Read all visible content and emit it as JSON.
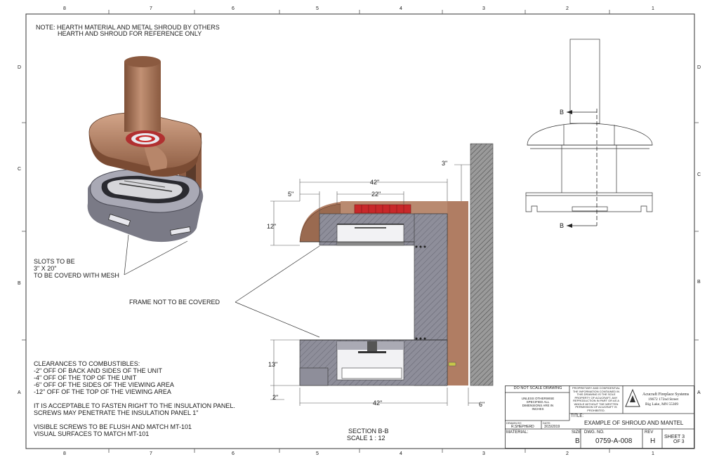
{
  "border": {
    "columns": [
      "8",
      "7",
      "6",
      "5",
      "4",
      "3",
      "2",
      "1"
    ],
    "rows": [
      "D",
      "C",
      "B",
      "A"
    ]
  },
  "notes": {
    "top_line1": "NOTE: HEARTH MATERIAL AND METAL SHROUD BY OTHERS",
    "top_line2": "HEARTH AND SHROUD FOR REFERENCE ONLY",
    "slots": [
      "SLOTS TO BE",
      "3\" X 20\"",
      "TO BE COVERD WITH MESH"
    ],
    "frame": "FRAME NOT TO BE COVERED",
    "clearances": [
      "CLEARANCES TO COMBUSTIBLES:",
      "-2\" OFF OF BACK AND SIDES OF THE UNIT",
      "-4\" OFF OF THE TOP OF THE UNIT",
      "-6\" OFF OF THE SIDES OF THE VIEWING AREA",
      "-12\" OFF OF THE TOP OF THE VIEWING AREA"
    ],
    "fasten": [
      "IT IS ACCEPTABLE TO FASTEN RIGHT TO THE INSULATION PANEL.",
      "SCREWS MAY PENETRATE THE INSULATION PANEL 1\""
    ],
    "visible": [
      "VISIBLE SCREWS TO BE FLUSH AND MATCH MT-101",
      "VISUAL SURFACES TO MATCH MT-101"
    ]
  },
  "section": {
    "title": "SECTION B-B",
    "scale": "SCALE 1 : 12",
    "marker": "B",
    "dims": {
      "top_width": "42\"",
      "firebox_width": "22\"",
      "left_offset": "5\"",
      "right_gap": "3\"",
      "upper_height": "12\"",
      "lower_height": "13\"",
      "bottom_gap": "2\"",
      "bottom_width": "42\"",
      "right_clearance": "6\""
    }
  },
  "title_block": {
    "do_not_scale": "DO NOT SCALE DRAWING",
    "unless": "UNLESS OTHERWISE SPECIFIED ALL DIMENSIONS ARE IN INCHES",
    "proprietary": "PROPRIETARY AND CONFIDENTIAL THE INFORMATION CONTAINED IN THIS DRAWING IS THE SOLE PROPERTY OF ACUCRAFT. ANY REPRODUCTION IN PART OR AS A WHOLE WITHOUT THE WRITTEN PERMISSION OF ACUCRAFT IS PROHIBITED.",
    "company_name": "Acucraft Fireplace Systems",
    "company_street": "19672 172nd Street",
    "company_city": "Big Lake, MN 55309",
    "drawn_by_label": "DRAWN BY:",
    "drawn_by": "R.SHEPHERD",
    "date_label": "DATE:",
    "date": "3/15/2019",
    "material_label": "MATERIAL:",
    "title_label": "TITLE:",
    "title": "EXAMPLE OF SHROUD AND MANTEL",
    "size_label": "SIZE",
    "size": "B",
    "dwg_label": "DWG. NO.",
    "dwg_no": "0759-A-008",
    "rev_label": "REV",
    "rev": "H",
    "sheet": "SHEET 3",
    "sheet_of": "OF 3"
  },
  "colors": {
    "copper": "#b07d63",
    "steel": "#8f8f9c",
    "red": "#c8282a",
    "hatch": "#5a5a5a"
  }
}
